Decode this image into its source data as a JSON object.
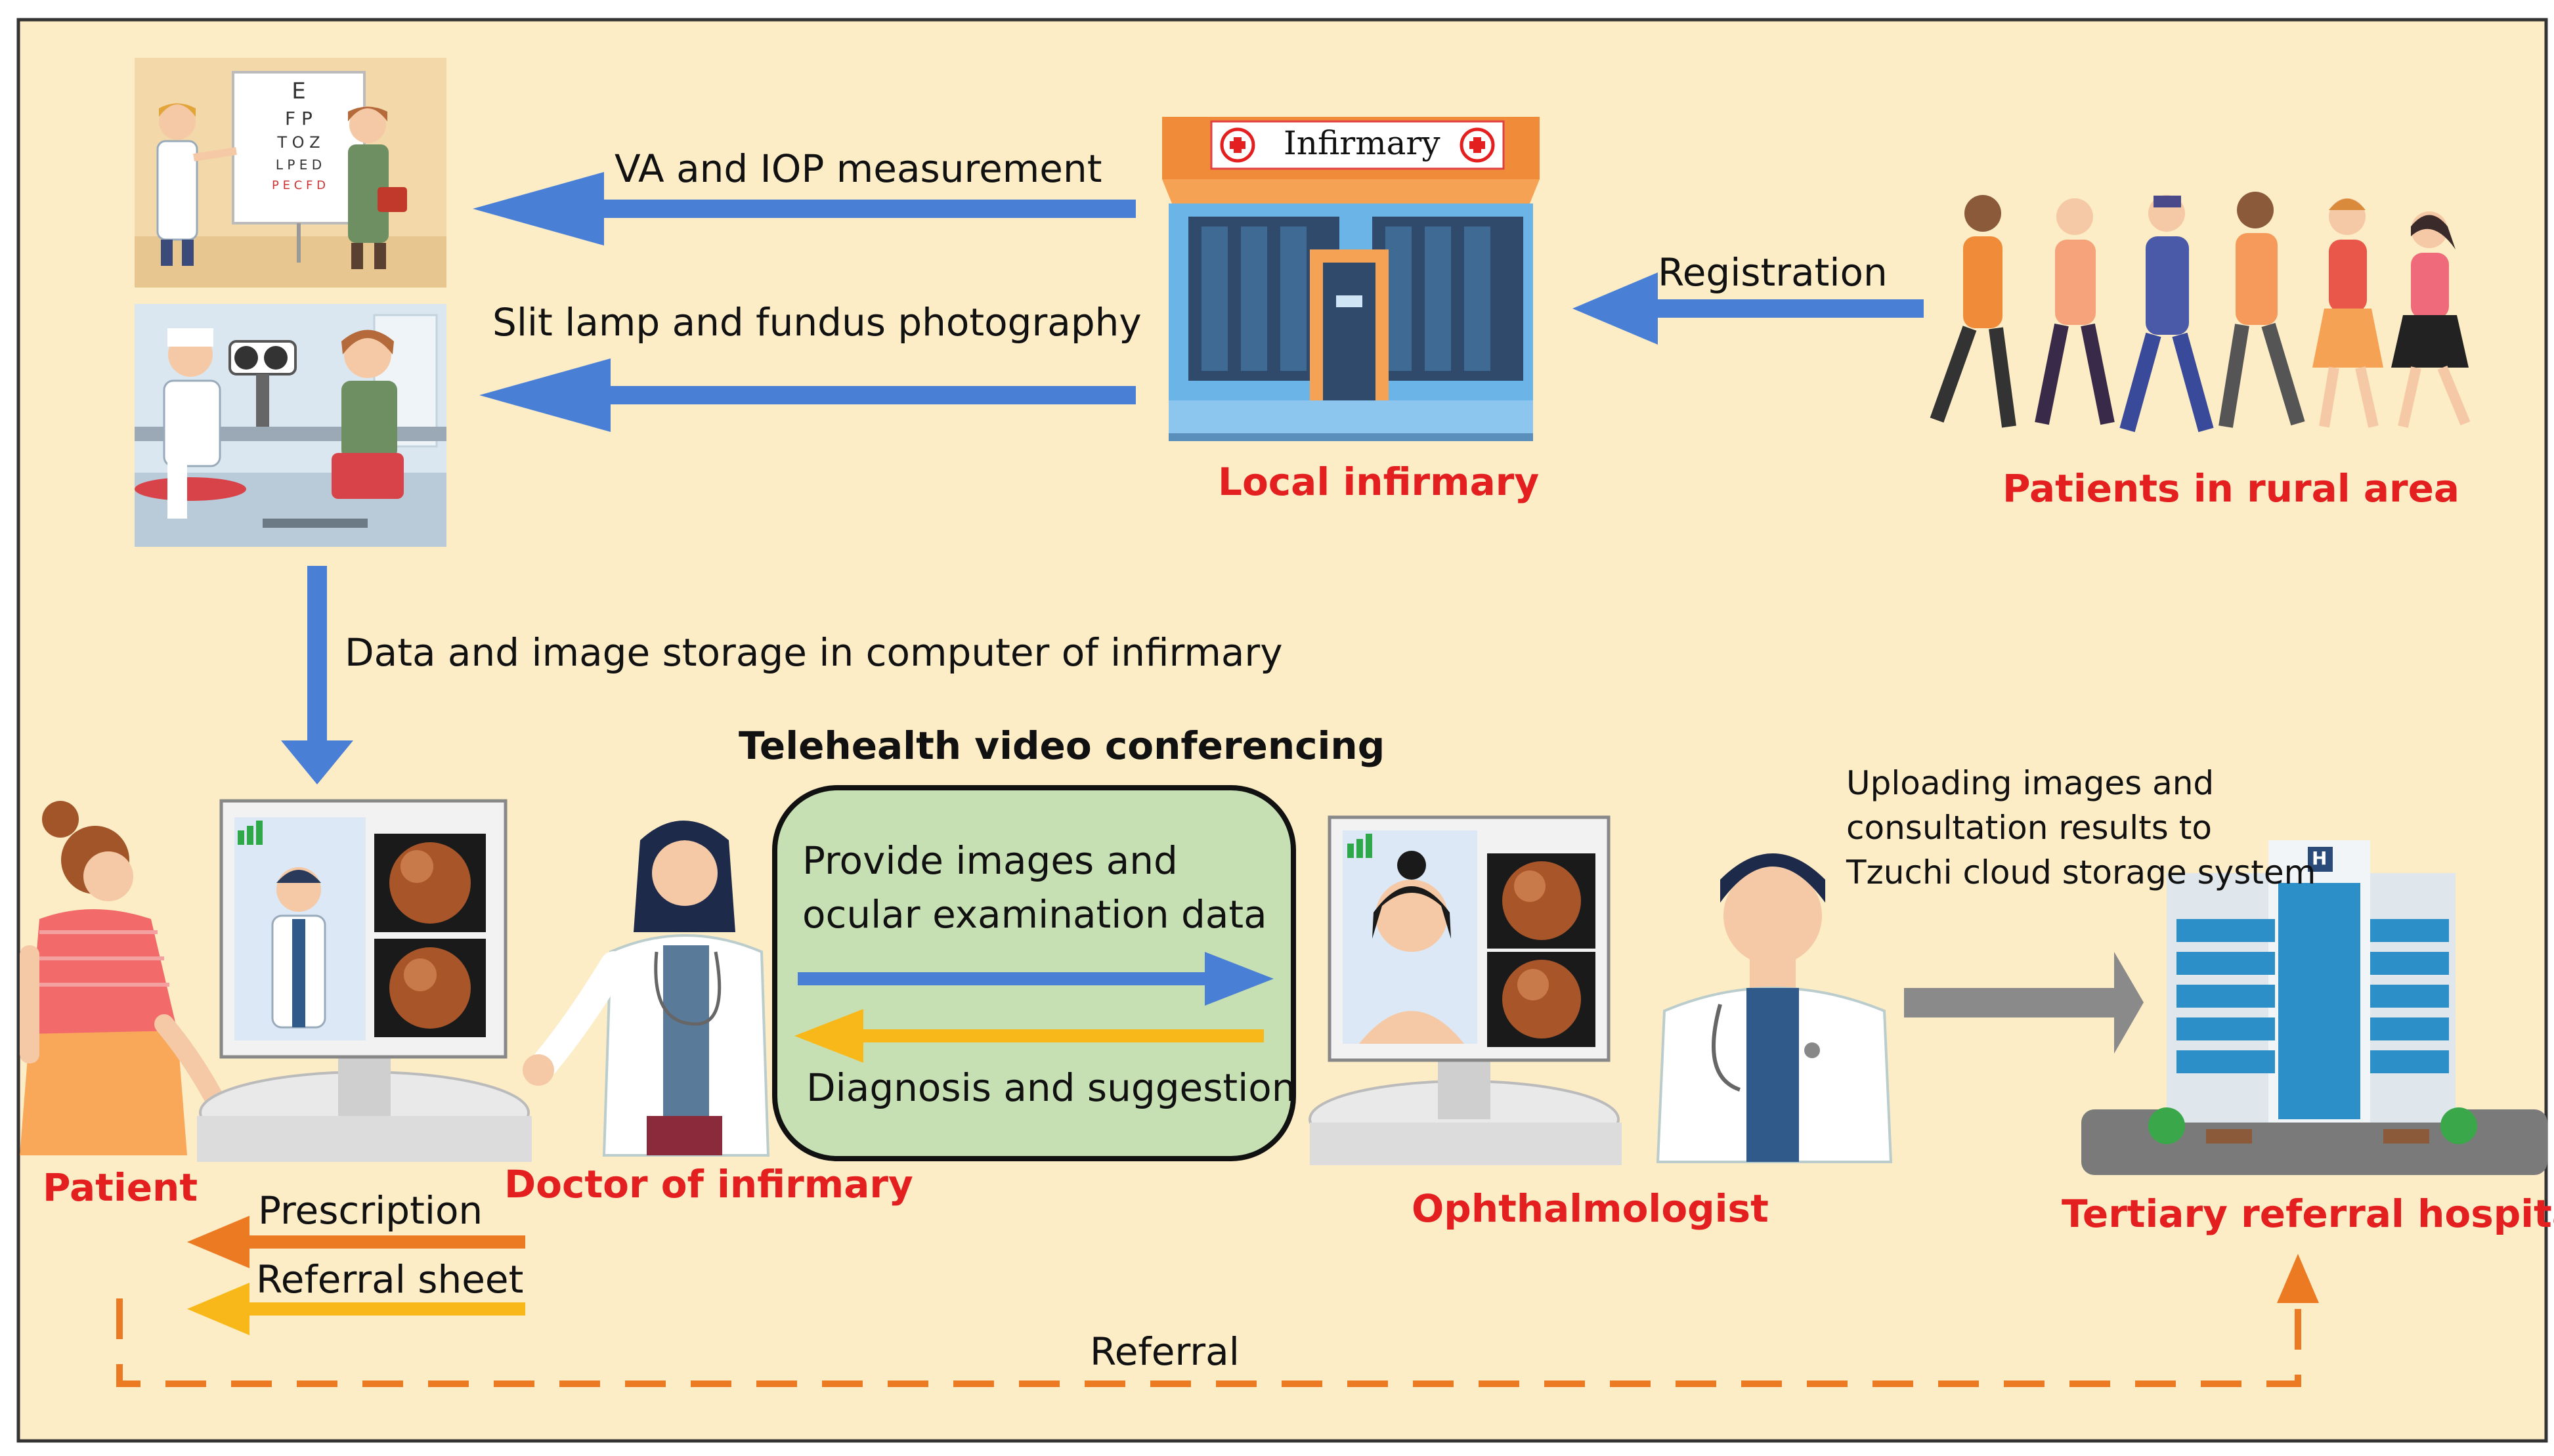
{
  "top": {
    "va_iop": "VA and IOP measurement",
    "slit_lamp": "Slit lamp and fundus photography",
    "registration": "Registration",
    "local_infirmary": "Local infirmary",
    "infirmary_sign": "Infirmary",
    "patients_rural": "Patients in rural area"
  },
  "middle": {
    "storage": "Data and image storage in computer of infirmary",
    "telehealth_title": "Telehealth video conferencing",
    "provide_line1": "Provide images and",
    "provide_line2": "ocular examination data",
    "diagnosis": "Diagnosis and suggestion",
    "upload_line1": "Uploading images and",
    "upload_line2": "consultation results to",
    "upload_line3": "Tzuchi cloud storage system",
    "hospital_sign": "H"
  },
  "bottom": {
    "patient": "Patient",
    "doctor": "Doctor of infirmary",
    "ophthalmologist": "Ophthalmologist",
    "tertiary": "Tertiary referral hospital",
    "prescription": "Prescription",
    "referral_sheet": "Referral sheet",
    "referral": "Referral"
  },
  "colors": {
    "background": "#fdedc7",
    "border": "#333333",
    "blue_arrow": "#4a7fd6",
    "yellow_arrow": "#f9b81a",
    "orange_arrow": "#ec7a22",
    "gray_arrow": "#8a8a8a",
    "label_red": "#e41f1f",
    "conference_box": "#c6e0b4"
  }
}
